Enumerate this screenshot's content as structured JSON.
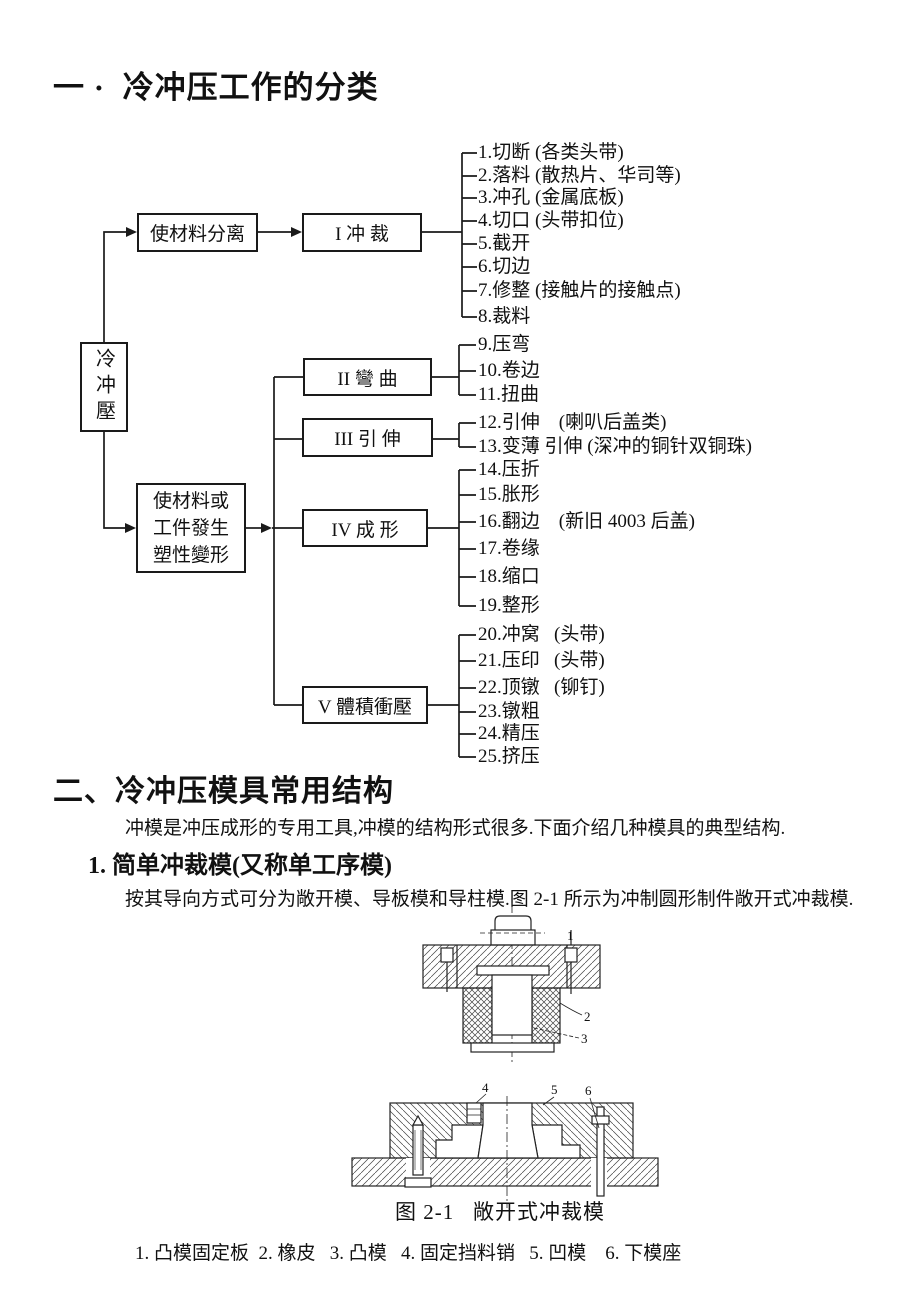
{
  "page": {
    "title": "一 ·  冷冲压工作的分类"
  },
  "tree": {
    "root": "冷冲壓",
    "branch1": "使材料分离",
    "branch2_lines": [
      "使材料或",
      "工件發生",
      "塑性變形"
    ],
    "categories": [
      "I 冲 裁",
      "II 彎 曲",
      "III 引 伸",
      "IV 成 形",
      "V 體積衝壓"
    ],
    "items": [
      {
        "text": "1.切断 (各类头带)"
      },
      {
        "text": "2.落料 (散热片、华司等)"
      },
      {
        "text": "3.冲孔 (金属底板)"
      },
      {
        "text": "4.切口 (头带扣位)"
      },
      {
        "text": "5.截开"
      },
      {
        "text": "6.切边"
      },
      {
        "text": "7.修整 (接触片的接触点)"
      },
      {
        "text": "8.裁料"
      },
      {
        "text": "9.压弯"
      },
      {
        "text": "10.卷边"
      },
      {
        "text": "11.扭曲"
      },
      {
        "text": "12.引伸    (喇叭后盖类)"
      },
      {
        "text": "13.变薄 引伸 (深冲的铜针双铜珠)"
      },
      {
        "text": "14.压折"
      },
      {
        "text": "15.胀形"
      },
      {
        "text": "16.翻边    (新旧 4003 后盖)"
      },
      {
        "text": "17.卷缘"
      },
      {
        "text": "18.缩口"
      },
      {
        "text": "19.整形"
      },
      {
        "text": "20.冲窝   (头带)"
      },
      {
        "text": "21.压印   (头带)"
      },
      {
        "text": "22.顶镦   (铆钉)"
      },
      {
        "text": "23.镦粗"
      },
      {
        "text": "24.精压"
      },
      {
        "text": "25.挤压"
      }
    ]
  },
  "section2": {
    "heading": "二、冷冲压模具常用结构",
    "intro": "冲模是冲压成形的专用工具,冲模的结构形式很多.下面介绍几种模具的典型结构.",
    "sub_heading": "1. 简单冲裁模(又称单工序模)",
    "sub_intro": "按其导向方式可分为敞开模、导板模和导柱模.图 2-1 所示为冲制圆形制件敞开式冲裁模."
  },
  "figure": {
    "caption": "图 2-1   敞开式冲裁模",
    "labels": [
      "1",
      "2",
      "3",
      "4",
      "5",
      "6"
    ],
    "parts_list": "1. 凸模固定板  2. 橡皮   3. 凸模   4. 固定挡料销   5. 凹模    6. 下模座"
  }
}
